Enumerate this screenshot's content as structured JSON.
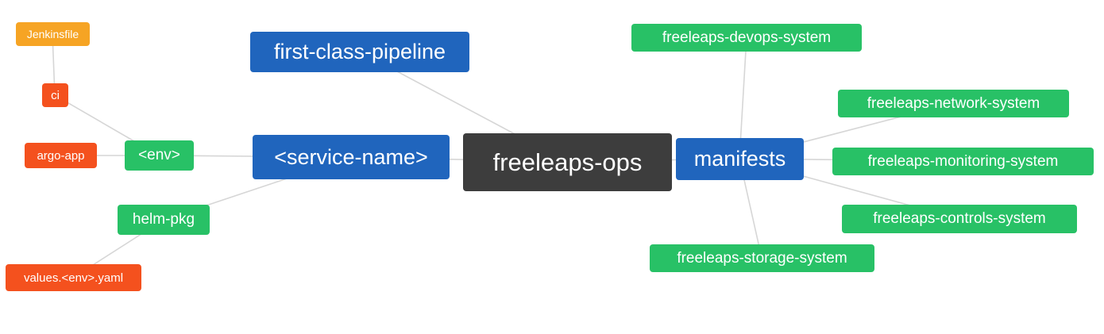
{
  "diagram": {
    "type": "mindmap",
    "root_label": "freeleaps-ops",
    "nodes": {
      "first_class_pipeline": "first-class-pipeline",
      "service_name": "<service-name>",
      "env": "<env>",
      "argo_app": "argo-app",
      "ci": "ci",
      "jenkinsfile": "Jenkinsfile",
      "helm_pkg": "helm-pkg",
      "values_env_yaml": "values.<env>.yaml",
      "manifests": "manifests",
      "devops_system": "freeleaps-devops-system",
      "network_system": "freeleaps-network-system",
      "monitoring_system": "freeleaps-monitoring-system",
      "controls_system": "freeleaps-controls-system",
      "storage_system": "freeleaps-storage-system"
    },
    "edges": [
      [
        "freeleaps-ops",
        "first-class-pipeline"
      ],
      [
        "freeleaps-ops",
        "<service-name>"
      ],
      [
        "freeleaps-ops",
        "manifests"
      ],
      [
        "<service-name>",
        "<env>"
      ],
      [
        "<service-name>",
        "helm-pkg"
      ],
      [
        "<env>",
        "argo-app"
      ],
      [
        "<env>",
        "ci"
      ],
      [
        "ci",
        "Jenkinsfile"
      ],
      [
        "helm-pkg",
        "values.<env>.yaml"
      ],
      [
        "manifests",
        "freeleaps-devops-system"
      ],
      [
        "manifests",
        "freeleaps-network-system"
      ],
      [
        "manifests",
        "freeleaps-monitoring-system"
      ],
      [
        "manifests",
        "freeleaps-controls-system"
      ],
      [
        "manifests",
        "freeleaps-storage-system"
      ]
    ],
    "colors": {
      "root": "#3d3d3d",
      "blue": "#2065bd",
      "green": "#28c166",
      "red": "#f4511e",
      "amber": "#f6a424",
      "edge": "#d6d6d6",
      "text": "#ffffff"
    }
  }
}
